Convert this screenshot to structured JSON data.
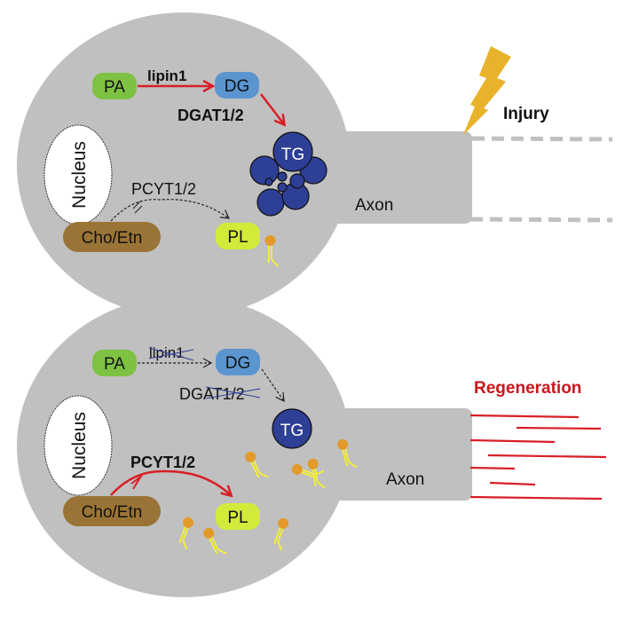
{
  "panels": [
    {
      "id": "injury",
      "nucleus": "Nucleus",
      "pa": "PA",
      "dg": "DG",
      "tg": "TG",
      "pl": "PL",
      "cho": "Cho/Etn",
      "enzyme1": "lipin1",
      "enzyme2": "DGAT1/2",
      "enzyme3": "PCYT1/2",
      "axon": "Axon",
      "event": "Injury"
    },
    {
      "id": "regeneration",
      "nucleus": "Nucleus",
      "pa": "PA",
      "dg": "DG",
      "tg": "TG",
      "pl": "PL",
      "cho": "Cho/Etn",
      "enzyme1": "lipin1",
      "enzyme2": "DGAT1/2",
      "enzyme3": "PCYT1/2",
      "axon": "Axon",
      "event": "Regeneration"
    }
  ],
  "colors": {
    "cell": "#c0c0c0",
    "pa": "#7dc242",
    "dg": "#5b95cf",
    "tg": "#2e3f96",
    "pl": "#d4ea3a",
    "cho": "#9a7437",
    "active_arrow": "#d81f26",
    "regen_text": "#c8171e",
    "bolt": "#e8b22a",
    "lipid_head": "#e39a2b",
    "lipid_tail": "#f2ee3a"
  }
}
